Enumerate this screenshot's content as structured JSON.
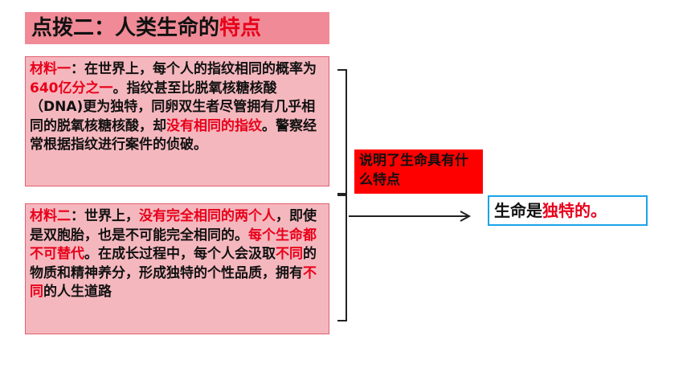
{
  "title": {
    "part1": "点拨二：人类生命的",
    "part2": "特点"
  },
  "material1": {
    "label": "材料一",
    "t1": "：在世界上，每个人的指纹相同的概率为",
    "h1": "640亿分之一",
    "t2": "。指纹甚至比脱氧核糖核酸（DNA)更为独特，同卵双生者尽管拥有几乎相同的脱氧核糖核酸，却",
    "h2": "没有相同的指纹",
    "t3": "。警察经常根据指纹进行案件的侦破。"
  },
  "material2": {
    "label": "材料二",
    "t1": "：世界上，",
    "h1": "没有完全相同的两个人",
    "t2": "，即使是双胞胎，也是不可能完全相同的。",
    "h2": "每个生命都不可替代",
    "t3": "。在成长过程中，每个人会汲取",
    "h3": "不同",
    "t4": "的物质和精神养分，形成独特的个性品质，拥有",
    "h4": "不同",
    "t5": "的人生道路"
  },
  "question": "说明了生命具有什么特点",
  "answer": {
    "part1": "生命是",
    "part2": "独特的。"
  }
}
